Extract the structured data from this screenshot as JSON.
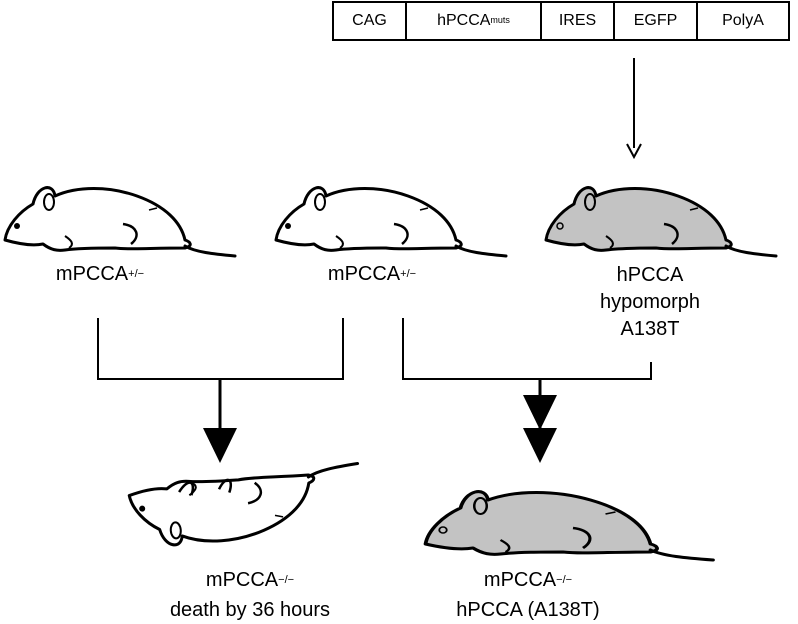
{
  "construct": {
    "segments": [
      {
        "label": "CAG"
      },
      {
        "label": "hPCCA",
        "sup": "muts"
      },
      {
        "label": "IRES"
      },
      {
        "label": "EGFP"
      },
      {
        "label": "PolyA"
      }
    ]
  },
  "mice": {
    "het_left": {
      "label": "mPCCA",
      "sup": "+/−"
    },
    "het_middle": {
      "label": "mPCCA",
      "sup": "+/−"
    },
    "transgenic": {
      "lines": [
        "hPCCA",
        "hypomorph",
        "A138T"
      ]
    },
    "knockout_dead": {
      "label": "mPCCA",
      "sup": "−/−",
      "line2": "death by 36 hours"
    },
    "rescued": {
      "label": "mPCCA",
      "sup": "−/−",
      "line2": "hPCCA (A138T)"
    }
  },
  "colors": {
    "white_mouse": "#ffffff",
    "grey_mouse": "#c3c3c3",
    "line": "#000000"
  }
}
